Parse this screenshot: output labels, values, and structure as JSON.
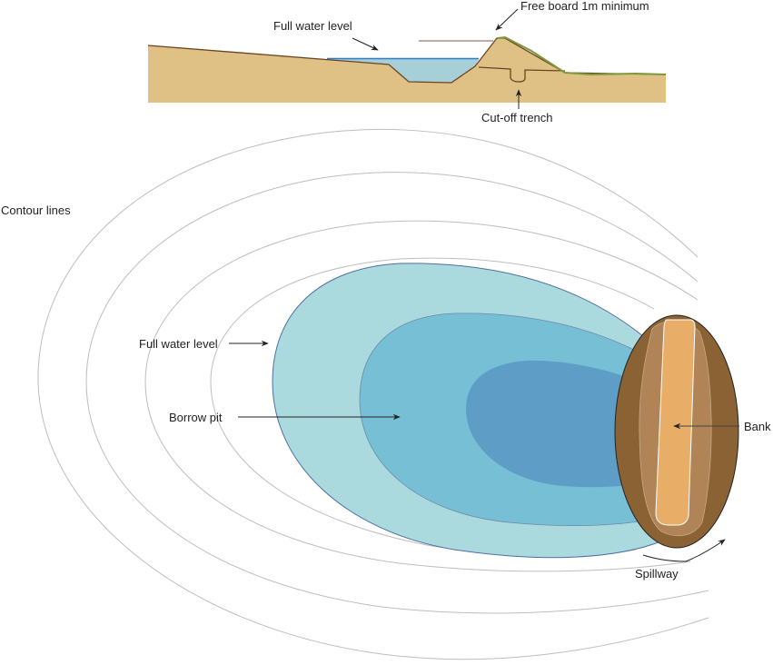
{
  "cross_section": {
    "full_water_level": "Full water level",
    "free_board": "Free board 1m minimum",
    "cut_off_trench": "Cut-off trench"
  },
  "plan_view": {
    "contour_lines": "Contour lines",
    "full_water_level": "Full water level",
    "borrow_pit": "Borrow pit",
    "bank": "Bank",
    "spillway": "Spillway"
  },
  "colors": {
    "ground": "#dfc186",
    "water_light": "#aadadd",
    "water_mid": "#77bfd5",
    "water_deep": "#5e9ec6",
    "bank_outer": "#8b6234",
    "bank_inner": "#b08457",
    "bank_crest": "#e8ad66"
  }
}
